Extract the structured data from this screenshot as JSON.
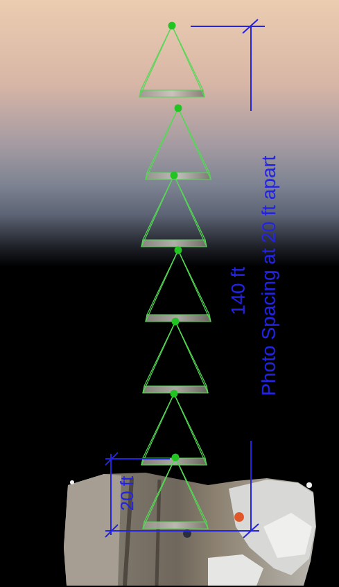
{
  "diagram": {
    "labels": [
      "20 ft",
      "140 ft",
      "Photo Spacing at 20 ft apart"
    ]
  }
}
